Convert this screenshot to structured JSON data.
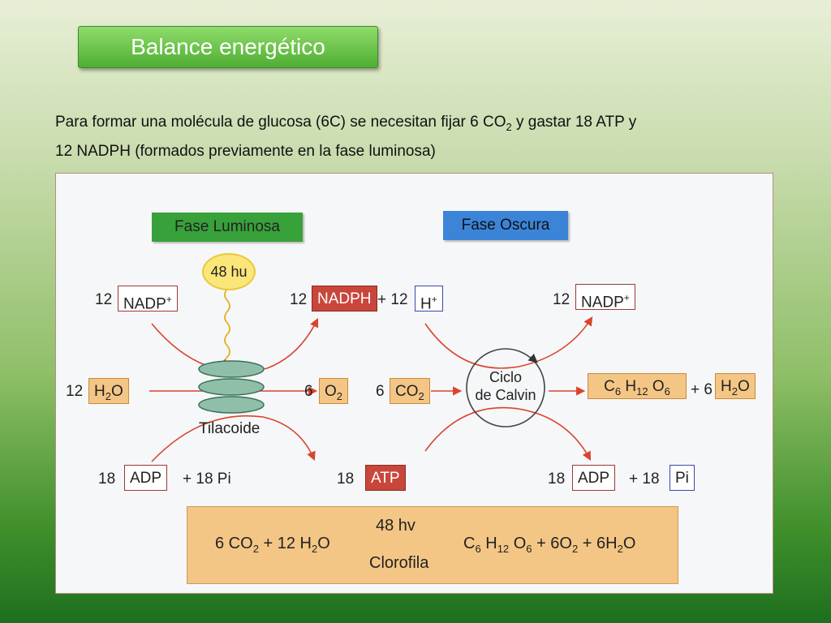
{
  "title": "Balance energético",
  "intro": {
    "line1_before": "Para formar una molécula de glucosa (6C) se necesitan fijar 6 CO",
    "line1_sub": "2",
    "line1_after": " y gastar 18 ATP y",
    "line2": "12 NADPH (formados previamente en la fase luminosa)"
  },
  "phases": {
    "light": "Fase Luminosa",
    "dark": "Fase Oscura"
  },
  "light": {
    "photons": "48 hu",
    "coef_nadp": "12",
    "nadp": "NADP",
    "nadp_sup": "+",
    "coef_nadph": "12",
    "nadph": "NADPH",
    "plus_h": "+ 12",
    "h": "H",
    "h_sup": "+",
    "coef_h2o": "12",
    "h2o_a": "H",
    "h2o_sub": "2",
    "h2o_b": "O",
    "coef_o2": "6",
    "o2_a": "O",
    "o2_sub": "2",
    "thylakoid": "Tilacoide",
    "coef_adp": "18",
    "adp": "ADP",
    "plus_pi": "+ 18 Pi",
    "coef_atp": "18",
    "atp": "ATP"
  },
  "dark": {
    "coef_nadp": "12",
    "nadp": "NADP",
    "nadp_sup": "+",
    "coef_co2": "6",
    "co2_a": "CO",
    "co2_sub": "2",
    "cycle_line1": "Ciclo",
    "cycle_line2": "de Calvin",
    "glucose_c": "C",
    "glucose_c_sub": "6",
    "glucose_h": " H",
    "glucose_h_sub": "12",
    "glucose_o": " O",
    "glucose_o_sub": "6",
    "plus_6": "+ 6",
    "h2o_a": "H",
    "h2o_sub": "2",
    "h2o_b": "O",
    "coef_adp": "18",
    "adp": "ADP",
    "plus_18": "+ 18",
    "pi": "Pi"
  },
  "equation": {
    "left_a": "6 CO",
    "left_sub1": "2",
    "left_b": " + 12 H",
    "left_sub2": "2",
    "left_c": "O",
    "above_arrow": "48 hv",
    "below_arrow": "Clorofila",
    "right_a": "C",
    "right_sub1": "6",
    "right_b": " H",
    "right_sub2": "12",
    "right_c": " O",
    "right_sub3": "6",
    "right_d": " + 6O",
    "right_sub4": "2",
    "right_e": " + 6H",
    "right_sub5": "2",
    "right_f": "O"
  },
  "colors": {
    "arrow": "#d9442f",
    "title_bg": "#5fbf3f",
    "orange_box": "#f4c685",
    "red_box": "#c9463b"
  }
}
